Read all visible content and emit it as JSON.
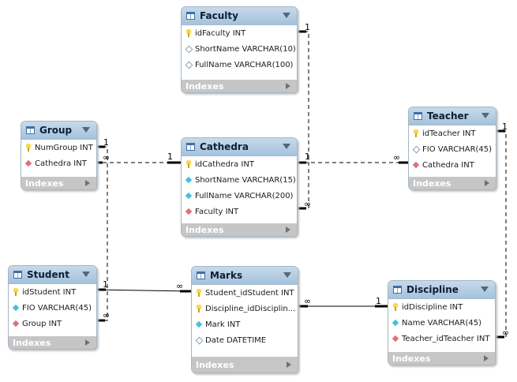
{
  "tables": {
    "faculty": {
      "title": "Faculty",
      "columns": [
        {
          "text": "idFaculty INT",
          "icon": "key-icon"
        },
        {
          "text": "ShortName VARCHAR(10)",
          "icon": "white-diamond-icon"
        },
        {
          "text": "FullName VARCHAR(100)",
          "icon": "white-diamond-icon"
        }
      ],
      "indexes_label": "Indexes"
    },
    "group": {
      "title": "Group",
      "columns": [
        {
          "text": "NumGroup INT",
          "icon": "key-icon"
        },
        {
          "text": "Cathedra INT",
          "icon": "red-diamond-icon"
        }
      ],
      "indexes_label": "Indexes"
    },
    "cathedra": {
      "title": "Cathedra",
      "columns": [
        {
          "text": "idCathedra INT",
          "icon": "key-icon"
        },
        {
          "text": "ShortName VARCHAR(15)",
          "icon": "cyan-diamond-icon"
        },
        {
          "text": "FullName VARCHAR(200)",
          "icon": "cyan-diamond-icon"
        },
        {
          "text": "Faculty INT",
          "icon": "red-diamond-icon"
        }
      ],
      "indexes_label": "Indexes"
    },
    "teacher": {
      "title": "Teacher",
      "columns": [
        {
          "text": "idTeacher INT",
          "icon": "key-icon"
        },
        {
          "text": "FIO VARCHAR(45)",
          "icon": "white-diamond-icon"
        },
        {
          "text": "Cathedra INT",
          "icon": "red-diamond-icon"
        }
      ],
      "indexes_label": "Indexes"
    },
    "student": {
      "title": "Student",
      "columns": [
        {
          "text": "idStudent INT",
          "icon": "key-icon"
        },
        {
          "text": "FIO VARCHAR(45)",
          "icon": "cyan-diamond-icon"
        },
        {
          "text": "Group INT",
          "icon": "red-diamond-icon"
        }
      ],
      "indexes_label": "Indexes"
    },
    "marks": {
      "title": "Marks",
      "columns": [
        {
          "text": "Student_idStudent INT",
          "icon": "key-icon"
        },
        {
          "text": "Discipline_idDisciplin...",
          "icon": "key-icon"
        },
        {
          "text": "Mark INT",
          "icon": "cyan-diamond-icon"
        },
        {
          "text": "Date DATETIME",
          "icon": "white-diamond-icon"
        }
      ],
      "indexes_label": "Indexes"
    },
    "discipline": {
      "title": "Discipline",
      "columns": [
        {
          "text": "idDiscipline INT",
          "icon": "key-icon"
        },
        {
          "text": "Name VARCHAR(45)",
          "icon": "cyan-diamond-icon"
        },
        {
          "text": "Teacher_idTeacher INT",
          "icon": "red-diamond-icon"
        }
      ],
      "indexes_label": "Indexes"
    }
  },
  "relationships": [
    {
      "from": "Faculty",
      "to": "Cathedra",
      "from_card": "1",
      "to_card": "∞"
    },
    {
      "from": "Group",
      "to": "Cathedra",
      "from_card": "∞",
      "to_card": "1"
    },
    {
      "from": "Cathedra",
      "to": "Teacher",
      "from_card": "1",
      "to_card": "∞"
    },
    {
      "from": "Group",
      "to": "Student",
      "from_card": "1",
      "to_card": "∞"
    },
    {
      "from": "Student",
      "to": "Marks",
      "from_card": "1",
      "to_card": "∞"
    },
    {
      "from": "Marks",
      "to": "Discipline",
      "from_card": "∞",
      "to_card": "1"
    },
    {
      "from": "Teacher",
      "to": "Discipline",
      "from_card": "1",
      "to_card": "∞"
    }
  ],
  "cardinality": {
    "one": "1",
    "many": "∞"
  }
}
